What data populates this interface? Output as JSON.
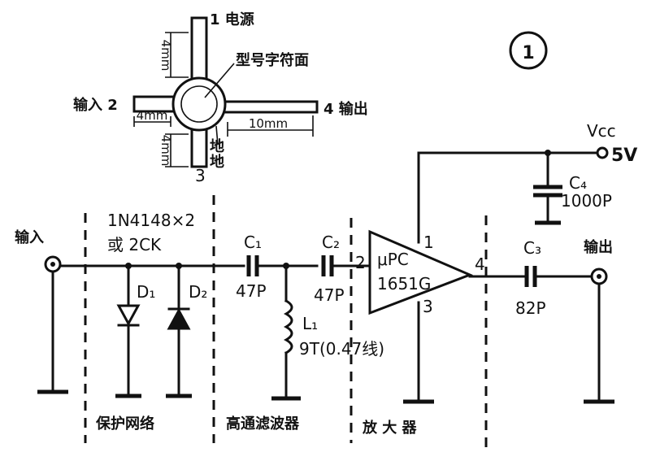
{
  "figure_number": "1",
  "package": {
    "pin1_label": "1 电源",
    "marking_label": "型号字符面",
    "pin2_label": "输入 2",
    "pin4_label": "4 输出",
    "pin3_num": "3",
    "ground_label_a": "地",
    "ground_label_b": "地",
    "dim_pin1": "4mm",
    "dim_pin2": "4mm",
    "dim_pin3": "4mm",
    "dim_pin4": "10mm"
  },
  "circuit": {
    "input_label": "输入",
    "output_label": "输出",
    "diode_spec_line1": "1N4148×2",
    "diode_spec_line2": "或 2CK",
    "d1": "D₁",
    "d2": "D₂",
    "c1": "C₁",
    "c1_value": "47P",
    "c2": "C₂",
    "c2_value": "47P",
    "l1": "L₁",
    "l1_value": "9T(0.47线)",
    "ic_line1": "μPC",
    "ic_line2": "1651G",
    "pin_in": "2",
    "pin_vcc": "1",
    "pin_out": "4",
    "pin_gnd": "3",
    "c3": "C₃",
    "c3_value": "82P",
    "c4": "C₄",
    "c4_value": "1000P",
    "vcc_label": "Vcc",
    "vcc_value": "5V"
  },
  "sections": {
    "protection": "保护网络",
    "highpass": "高通滤波器",
    "amplifier": "放 大 器"
  }
}
